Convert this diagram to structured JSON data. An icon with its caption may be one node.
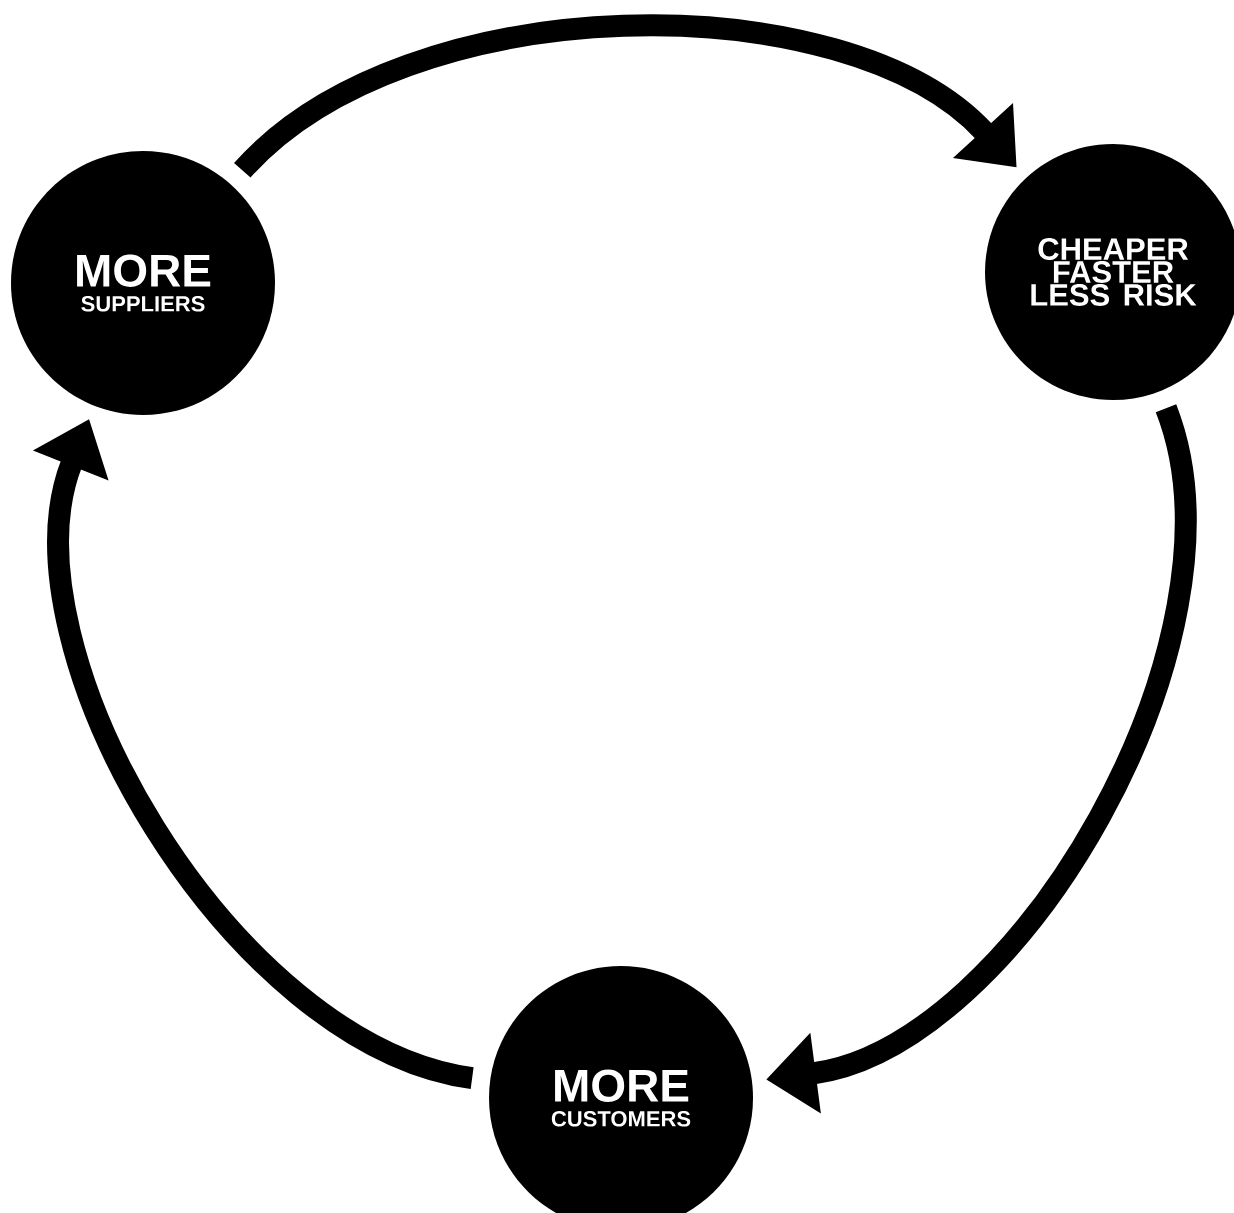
{
  "diagram": {
    "nodes": [
      {
        "text": [
          "MORE",
          "SUPPLIERS"
        ]
      },
      {
        "text": [
          "CHEAPER FASTER LESS RISK"
        ]
      },
      {
        "text": [
          "MORE",
          "CUSTOMERS"
        ]
      }
    ],
    "edges": [
      {
        "from": 0,
        "to": 1,
        "arrow": "to"
      },
      {
        "from": 1,
        "to": 2,
        "arrow": "to"
      },
      {
        "from": 2,
        "to": 0,
        "arrow": "to"
      }
    ]
  }
}
